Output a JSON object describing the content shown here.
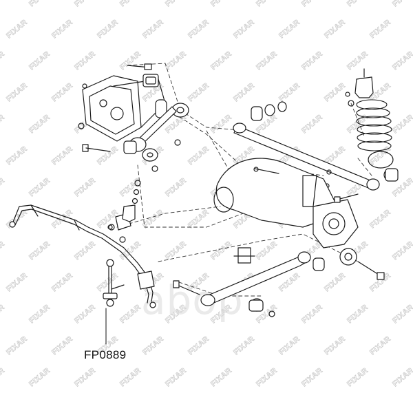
{
  "watermark": {
    "tile_text": "FIXAR",
    "brand_text": "abop",
    "color": "#c8c8c8"
  },
  "diagram": {
    "part_number_label": "FP0889",
    "line_color": "#1a1a1a",
    "dash_color": "#333333"
  }
}
